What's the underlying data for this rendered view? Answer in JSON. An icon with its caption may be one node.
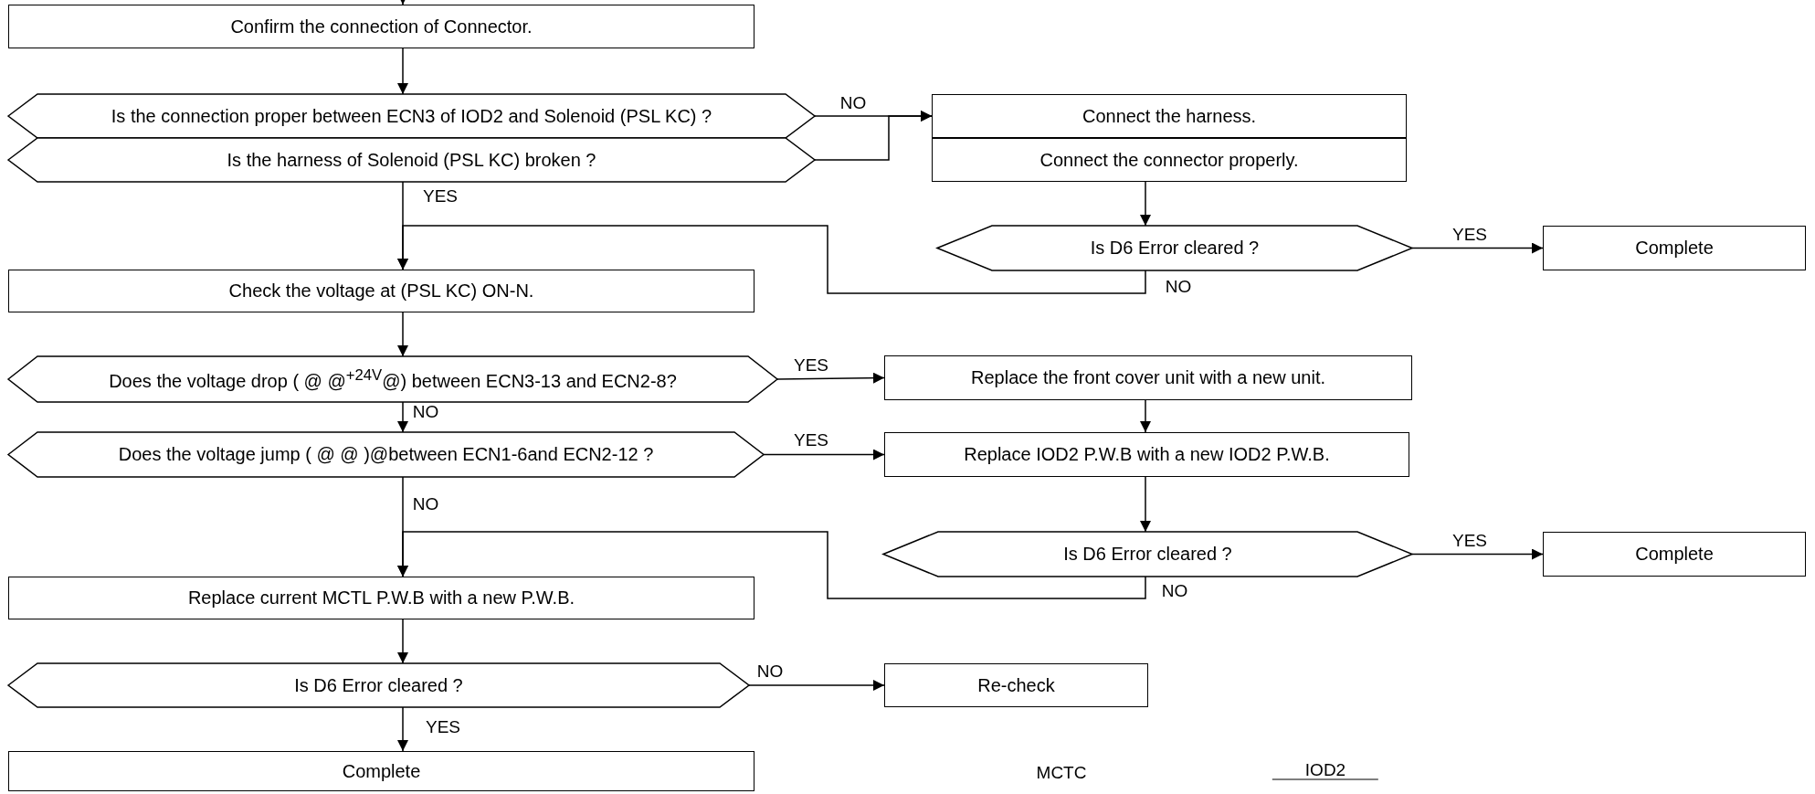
{
  "diagram": {
    "nodes": [
      {
        "text": [
          "Confirm the connection of Connector."
        ]
      },
      {
        "text": [
          "Is the connection proper between ECN3 of IOD2 and Solenoid (PSL KC) ?"
        ]
      },
      {
        "text": [
          "Is the harness of Solenoid (PSL KC) broken ?"
        ]
      },
      {
        "text": [
          "Connect the harness."
        ]
      },
      {
        "text": [
          "Connect the connector properly."
        ]
      },
      {
        "text": [
          "Check the voltage at  (PSL KC) ON-N."
        ]
      },
      {
        "text": [
          "Is D6 Error cleared ?"
        ]
      },
      {
        "text": [
          "Complete"
        ]
      },
      {
        "text": [
          "Does the voltage drop ( @ @$^{+24V}$@) between ECN3-13 and ECN2-8?"
        ]
      },
      {
        "text": [
          "Replace the front cover unit with a new unit."
        ]
      },
      {
        "text": [
          "Does the voltage jump ( @ @ )@between ECN1-6and ECN2-12 ?"
        ]
      },
      {
        "text": [
          "Replace IOD2 P.W.B with a new IOD2 P.W.B."
        ]
      },
      {
        "text": [
          "Is D6 Error cleared ?"
        ]
      },
      {
        "text": [
          "Complete"
        ]
      },
      {
        "text": [
          "Replace current MCTL P.W.B with a new P.W.B."
        ]
      },
      {
        "text": [
          "Is D6 Error cleared ?"
        ]
      },
      {
        "text": [
          "Re-check"
        ]
      },
      {
        "text": [
          "Complete"
        ]
      }
    ],
    "edges": [
      {
        "from": null,
        "to": 0,
        "arrow": "to"
      },
      {
        "from": 0,
        "to": 1,
        "arrow": "to"
      },
      {
        "from": 1,
        "to": 3,
        "arrow": "to",
        "label": "NO"
      },
      {
        "from": 2,
        "to": 3,
        "arrow": "to"
      },
      {
        "from": 2,
        "to": 5,
        "arrow": "to",
        "label": "YES"
      },
      {
        "from": 4,
        "to": 6,
        "arrow": "to"
      },
      {
        "from": 6,
        "to": 7,
        "arrow": "to",
        "label": "YES"
      },
      {
        "from": 6,
        "to": 5,
        "arrow": "to",
        "label": "NO"
      },
      {
        "from": 5,
        "to": 8,
        "arrow": "to"
      },
      {
        "from": 8,
        "to": 9,
        "arrow": "to",
        "label": "YES"
      },
      {
        "from": 8,
        "to": 10,
        "arrow": "to",
        "label": "NO"
      },
      {
        "from": 9,
        "to": 11,
        "arrow": "to"
      },
      {
        "from": 10,
        "to": 11,
        "arrow": "to",
        "label": "YES"
      },
      {
        "from": 11,
        "to": 12,
        "arrow": "to"
      },
      {
        "from": 12,
        "to": 13,
        "arrow": "to",
        "label": "YES"
      },
      {
        "from": 12,
        "to": 14,
        "arrow": "to",
        "label": "NO"
      },
      {
        "from": 10,
        "to": 14,
        "arrow": "to",
        "label": "NO"
      },
      {
        "from": 14,
        "to": 15,
        "arrow": "to"
      },
      {
        "from": 15,
        "to": 16,
        "arrow": "to",
        "label": "NO"
      },
      {
        "from": 15,
        "to": 17,
        "arrow": "to",
        "label": "YES"
      }
    ],
    "labels": [
      "MCTC",
      "IOD2"
    ]
  }
}
